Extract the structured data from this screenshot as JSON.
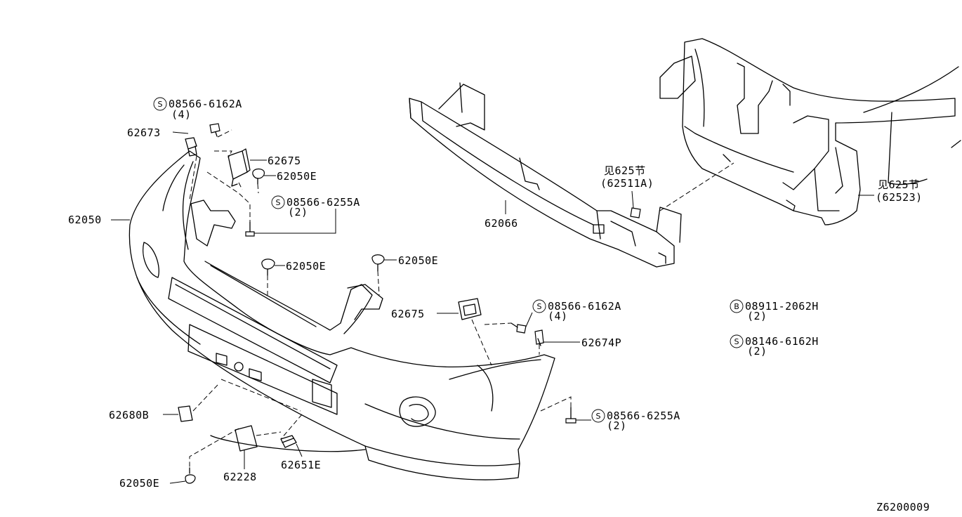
{
  "diagram_code": "Z6200009",
  "callouts": [
    {
      "id": "c1",
      "text": "08566-6162A",
      "qty": "(4)",
      "symbol": "S"
    },
    {
      "id": "c2",
      "text": "62673"
    },
    {
      "id": "c3",
      "text": "62675"
    },
    {
      "id": "c4",
      "text": "62050E"
    },
    {
      "id": "c5",
      "text": "08566-6255A",
      "qty": "(2)",
      "symbol": "S"
    },
    {
      "id": "c6",
      "text": "62050"
    },
    {
      "id": "c7",
      "text": "62050E"
    },
    {
      "id": "c8",
      "text": "62050E"
    },
    {
      "id": "c9",
      "text": "62675"
    },
    {
      "id": "c10",
      "text": "08566-6162A",
      "qty": "(4)",
      "symbol": "S"
    },
    {
      "id": "c11",
      "text": "62674P"
    },
    {
      "id": "c12",
      "text": "08566-6255A",
      "qty": "(2)",
      "symbol": "S"
    },
    {
      "id": "c13",
      "text": "62680B"
    },
    {
      "id": "c14",
      "text": "62651E"
    },
    {
      "id": "c15",
      "text": "62228"
    },
    {
      "id": "c16",
      "text": "62050E"
    },
    {
      "id": "c17",
      "text": "62066"
    },
    {
      "id": "c18",
      "text": "见625节",
      "ref": "(62511A)"
    },
    {
      "id": "c19",
      "text": "见625节",
      "ref": "(62523)"
    },
    {
      "id": "c20",
      "text": "08911-2062H",
      "qty": "(2)",
      "symbol": "B"
    },
    {
      "id": "c21",
      "text": "08146-6162H",
      "qty": "(2)",
      "symbol": "S"
    }
  ]
}
